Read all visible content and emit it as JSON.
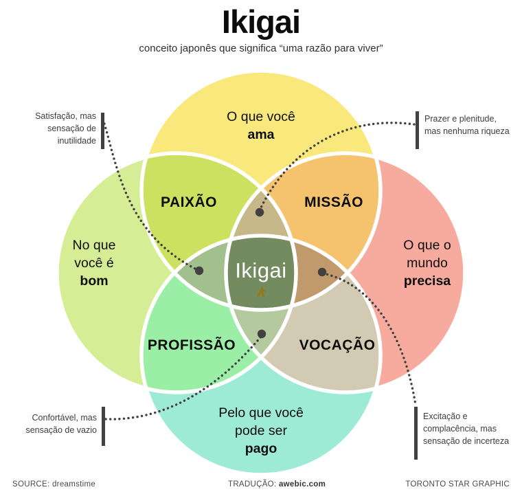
{
  "header": {
    "title": "Ikigai",
    "subtitle": "conceito japonês que significa “uma razão para viver”"
  },
  "diagram": {
    "circles": {
      "love": {
        "line1": "O que você",
        "bold": "ama"
      },
      "good": {
        "line1": "No que",
        "line2": "você é",
        "bold": "bom"
      },
      "needs": {
        "line1": "O que o",
        "line2": "mundo",
        "bold": "precisa"
      },
      "paid": {
        "line1": "Pelo que você",
        "line2": "pode ser",
        "bold": "pago"
      }
    },
    "overlaps": {
      "paixao": "PAIXÃO",
      "missao": "MISSÃO",
      "profissao": "PROFISSÃO",
      "vocacao": "VOCAÇÃO"
    },
    "center_label": "Ikigai",
    "callouts": {
      "top_left": "Satisfação, mas sensação de inutilidade",
      "top_right": "Prazer e plenitude, mas nenhuma riqueza",
      "bottom_left": "Confortável, mas sensação de vazio",
      "bottom_right": "Excitação e complacência, mas sensação de incerteza"
    },
    "colors": {
      "love": "#F9E97C",
      "good": "#D5EE95",
      "needs": "#F7AB9E",
      "paid": "#9DEBD5",
      "paixao": "#CDE160",
      "missao": "#F5C26D",
      "profissao": "#9AEEA6",
      "vocacao": "#D2CAB2",
      "petal_top": "#C6B888",
      "petal_left": "#A1C08E",
      "petal_right": "#C0996C",
      "petal_bottom": "#B4C99E",
      "center": "#738B5E",
      "outline": "#FFFFFF",
      "connector": "#414141",
      "arrow_gold": "#8F7D1C"
    }
  },
  "footer": {
    "source": "SOURCE: dreamstime",
    "translation_label": "TRADUÇÃO:",
    "translation_value": "awebic.com",
    "credit": "TORONTO STAR GRAPHIC"
  }
}
